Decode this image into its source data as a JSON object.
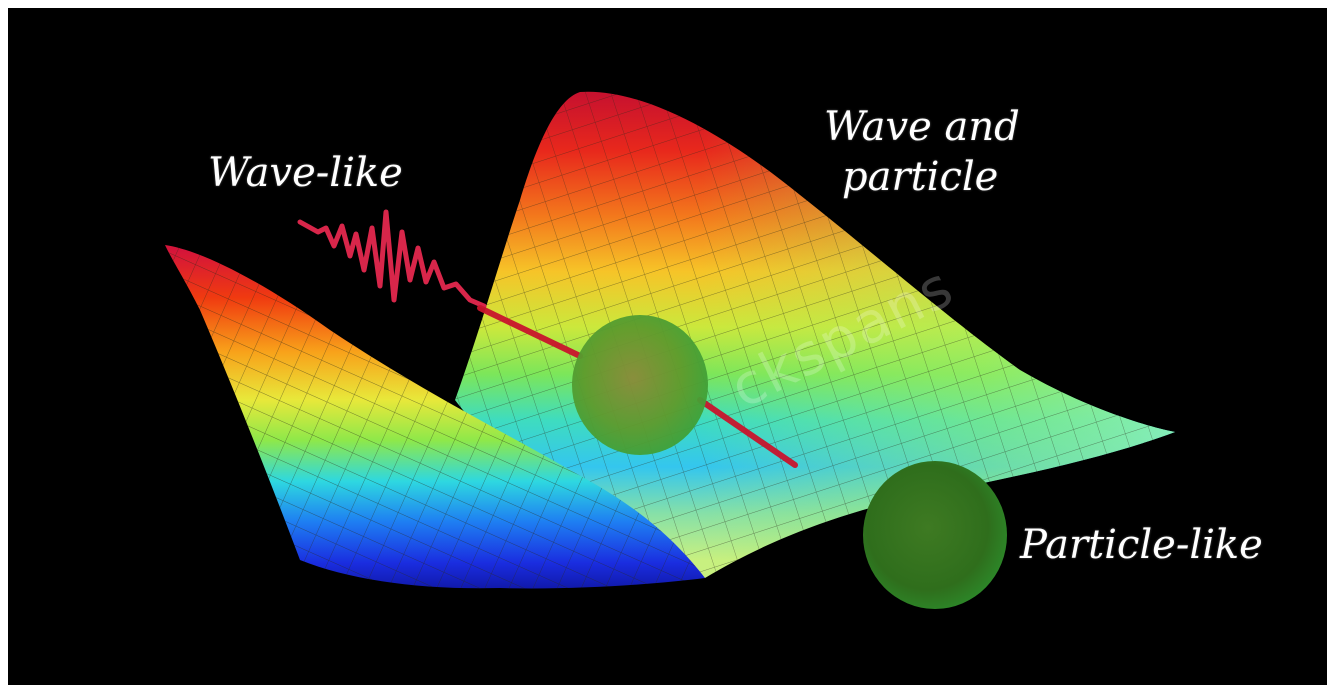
{
  "labels": {
    "wave_like": "Wave-like",
    "wave_and_particle_line1": "Wave and",
    "wave_and_particle_line2": "particle",
    "particle_like": "Particle-like"
  },
  "watermark": "ckspans",
  "colors": {
    "background": "#000000",
    "frame": "#ffffff",
    "text": "#ffffff",
    "wave_trace": "#e0284a",
    "particle": "#3c8a2a"
  }
}
